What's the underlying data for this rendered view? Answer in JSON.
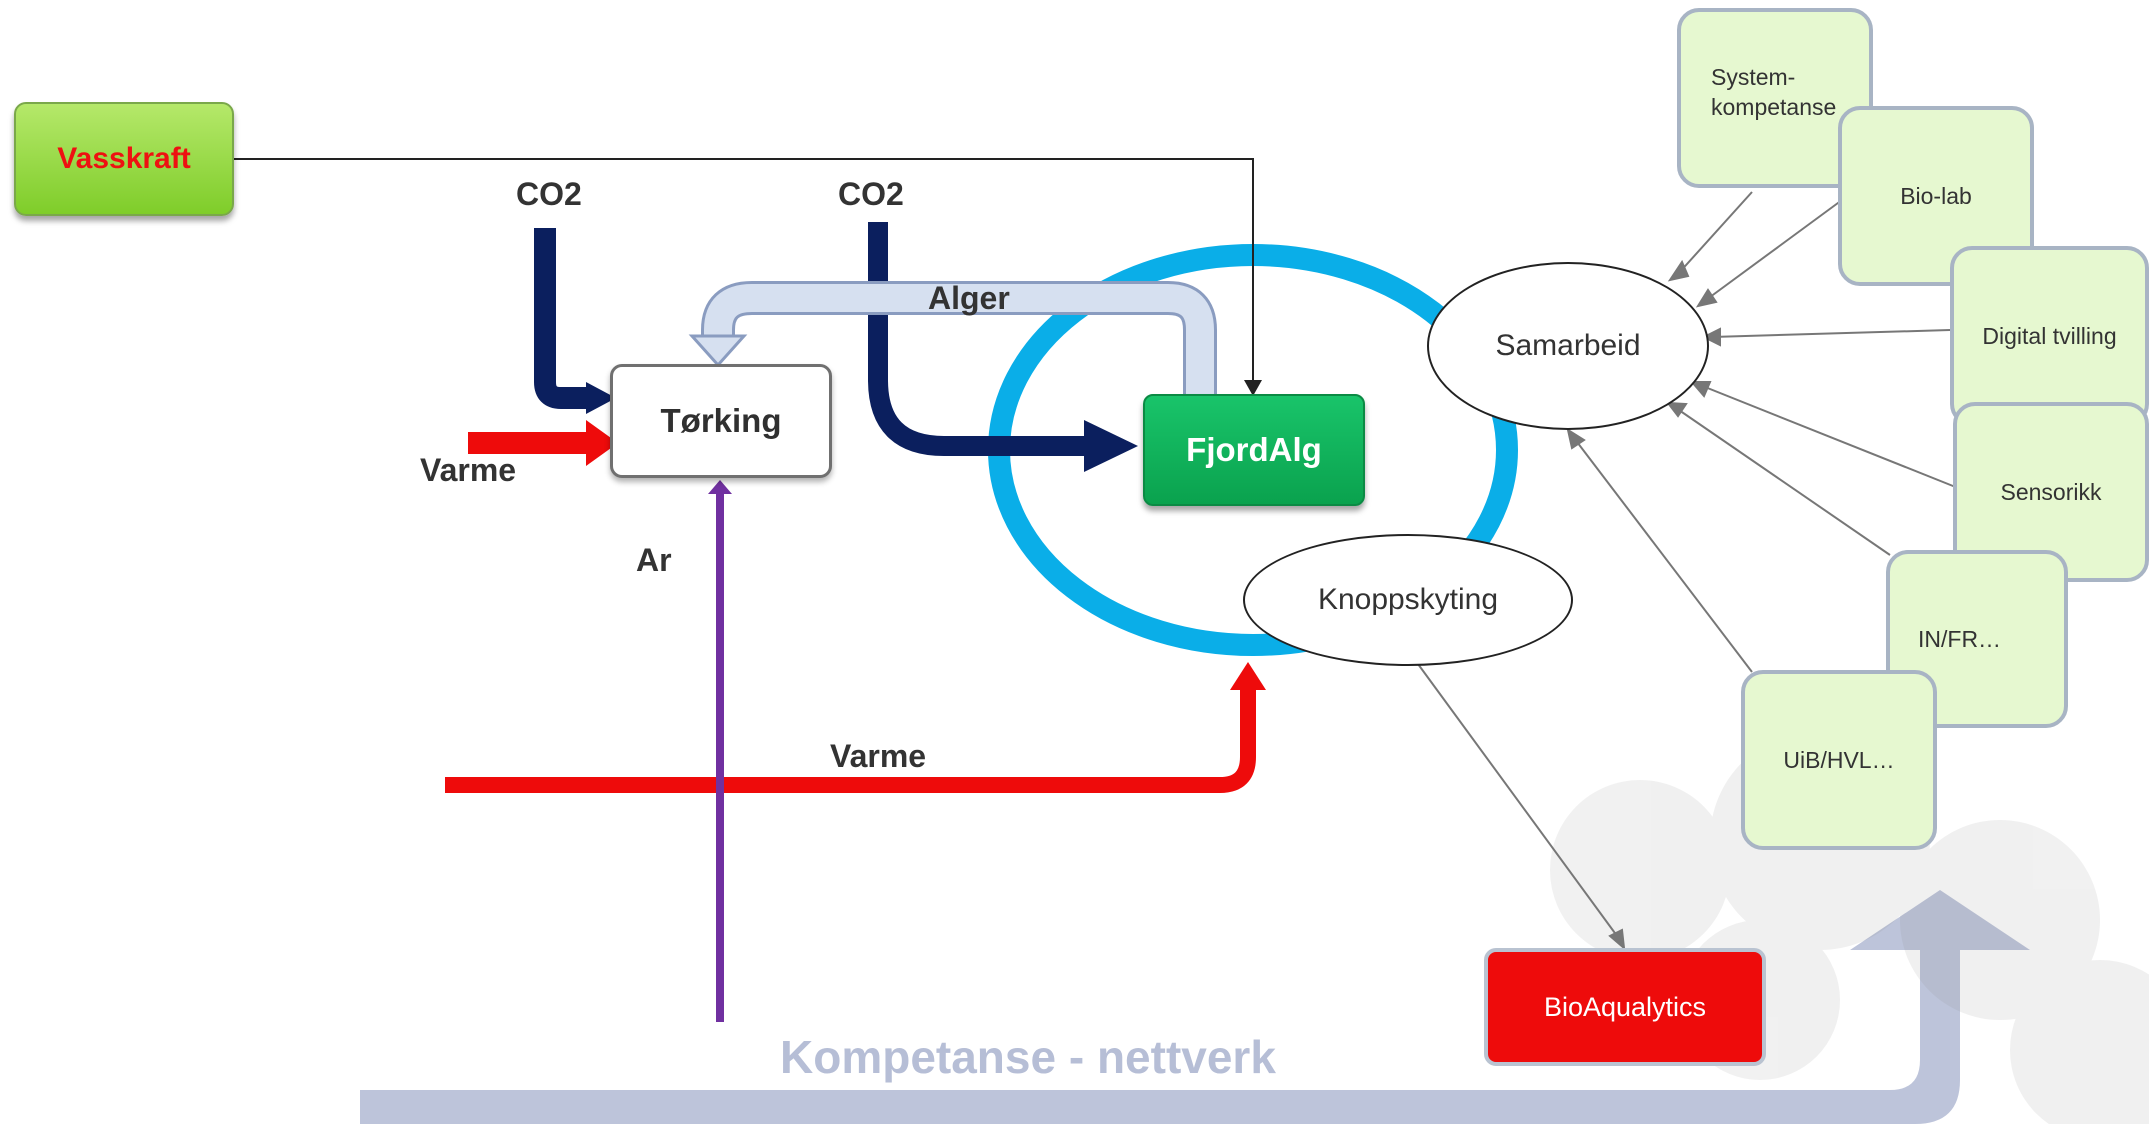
{
  "boxes": {
    "vasskraft": "Vasskraft",
    "torking": "Tørking",
    "fjordalg": "FjordAlg",
    "bioaqualytics": "BioAqualytics"
  },
  "ellipses": {
    "samarbeid": "Samarbeid",
    "knoppskyting": "Knoppskyting"
  },
  "labels": {
    "co2_left": "CO2",
    "co2_right": "CO2",
    "varme_left": "Varme",
    "varme_bottom": "Varme",
    "alger": "Alger",
    "ar": "Ar",
    "network_title": "Kompetanse - nettverk"
  },
  "competence_boxes": [
    "System-\nkompetanse",
    "Bio-lab",
    "Digital tvilling",
    "Sensorikk",
    "IN/FR…",
    "UiB/HVL…"
  ],
  "colors": {
    "navy_arrow": "#0b1f5e",
    "red_arrow": "#ee0b0b",
    "purple_arrow": "#7030a0",
    "ring": "#0aaee8",
    "recycle_arrow": "#d6e0f0",
    "network_arrow": "#b6bed6"
  }
}
